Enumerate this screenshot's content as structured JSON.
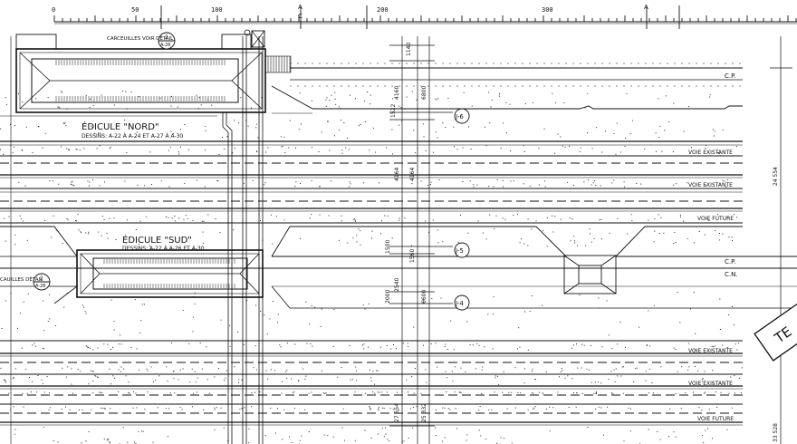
{
  "scale": {
    "ticks": [
      "0",
      "50",
      "100",
      "200",
      "300"
    ],
    "axis_markers": [
      "A",
      "C",
      "A"
    ]
  },
  "edicules": {
    "north": {
      "title": "ÉDICULE \"NORD\"",
      "note": "DESSINS: A-22 À A-24 ET A-27 À A-30",
      "detail_callout": "CARCEUILLES VOIR DÉTAIL",
      "detail_ref_top": "2",
      "detail_ref_bottom": "A-26"
    },
    "south": {
      "title": "ÉDICULE \"SUD\"",
      "note": "DESSINS: A-22 À A-26 ET A-30",
      "detail_callout": "CAUILLES DÉTAIL",
      "detail_ref_top": "2",
      "detail_ref_bottom": "A-26"
    }
  },
  "line_labels": [
    "C.P.",
    "VOIE EXISTANTE",
    "VOIE EXISTANTE",
    "VOIE FUTURE",
    "C.P.",
    "C.N.",
    "VOIE EXISTANTE",
    "VOIE EXISTANTE",
    "VOIE FUTURE"
  ],
  "markers": [
    "J-6",
    "J-5",
    "J-4"
  ],
  "dimensions": {
    "d1": "1140",
    "d2": "4160",
    "d3": "6800",
    "d4": "1522",
    "d5": "4164",
    "d6": "4164",
    "d7": "1500",
    "d8": "2540",
    "d9": "6600",
    "d10": "1560",
    "d11": "2000",
    "d12": "27 554",
    "d13": "25 332",
    "right1": "24 554",
    "right2": "33 528"
  },
  "stamp_text": "TE"
}
